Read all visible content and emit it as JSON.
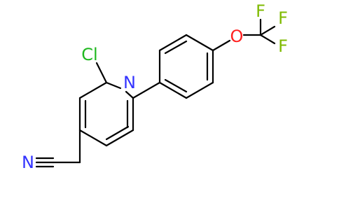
{
  "colors": {
    "bond": "#000000",
    "carbon": "#000000",
    "nitrogen": "#3333ff",
    "chlorine": "#1fb81f",
    "oxygen": "#ff2020",
    "fluorine": "#7fba00"
  },
  "atoms": {
    "cl": "Cl",
    "n_ring": "N",
    "n_nitrile": "N",
    "o": "O",
    "f1": "F",
    "f2": "F",
    "f3": "F"
  }
}
